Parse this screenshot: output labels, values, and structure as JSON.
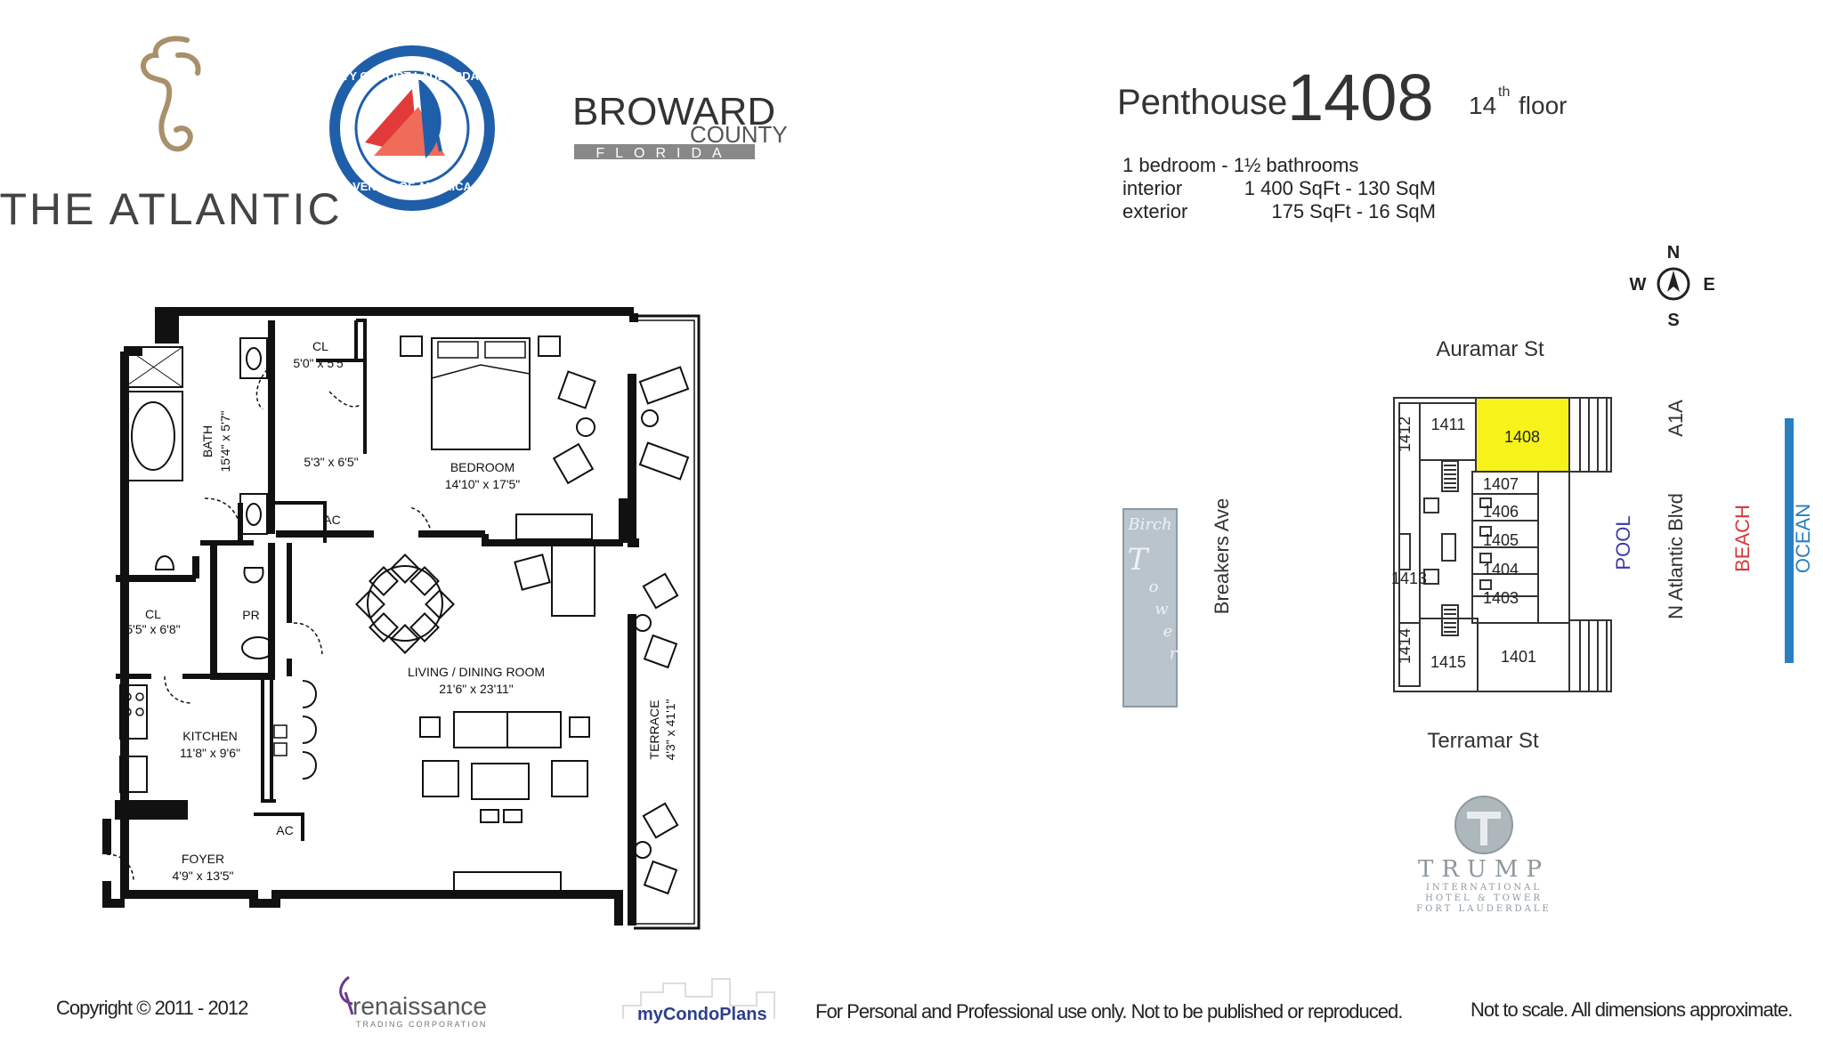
{
  "logos": {
    "atlantic": "THE ATLANTIC",
    "city_top": "CITY OF FORT LAUDERDALE",
    "city_bottom": "VENICE OF AMERICA",
    "broward_1": "BROWARD",
    "broward_2": "COUNTY",
    "broward_3": "FLORIDA",
    "trump_1": "TRUMP",
    "trump_2": "INTERNATIONAL",
    "trump_3": "HOTEL & TOWER",
    "trump_4": "FORT LAUDERDALE",
    "renaissance_1": "renaissance",
    "renaissance_2": "TRADING CORPORATION",
    "mycondoplans": "myCondoPlans"
  },
  "header": {
    "prefix": "Penthouse",
    "unit": "1408",
    "floor_num": "14",
    "floor_sup": "th",
    "floor_word": "floor"
  },
  "specs": {
    "bedrooms": "1 bedroom - 1½  bathrooms",
    "interior_label": "interior",
    "interior_value": "1 400 SqFt - 130 SqM",
    "exterior_label": "exterior",
    "exterior_value": "175 SqFt -   16 SqM"
  },
  "compass": {
    "n": "N",
    "s": "S",
    "e": "E",
    "w": "W"
  },
  "floorplan": {
    "cl1_name": "CL",
    "cl1_dim": "5'0\" x 5'5\"",
    "bath_name": "BATH",
    "bath_dim": "15'4\" x 5'7\"",
    "hall_dim": "5'3\" x 6'5\"",
    "bedroom_name": "BEDROOM",
    "bedroom_dim": "14'10\" x 17'5\"",
    "ac1": "AC",
    "cl2_name": "CL",
    "cl2_dim": "5'5\" x 6'8\"",
    "pr": "PR",
    "living_name": "LIVING / DINING ROOM",
    "living_dim": "21'6\" x 23'11\"",
    "kitchen_name": "KITCHEN",
    "kitchen_dim": "11'8\" x 9'6\"",
    "ac2": "AC",
    "foyer_name": "FOYER",
    "foyer_dim": "4'9\" x 13'5\"",
    "terrace_name": "TERRACE",
    "terrace_dim": "4'3\" x 41'1\""
  },
  "siteplan": {
    "north_street": "Auramar St",
    "south_street": "Terramar St",
    "west_street": "Breakers Ave",
    "east_road": "N Atlantic Blvd",
    "a1a": "A1A",
    "pool": "POOL",
    "beach": "BEACH",
    "ocean": "OCEAN",
    "tower_letters": [
      "Birch",
      "T",
      "o",
      "w",
      "e",
      "r"
    ],
    "units": [
      "1408",
      "1411",
      "1412",
      "1407",
      "1406",
      "1405",
      "1404",
      "1403",
      "1413",
      "1414",
      "1415",
      "1401"
    ],
    "highlight_color": "#f6f21a",
    "pool_color": "#3a3aa6",
    "beach_color": "#d43b3b",
    "ocean_color": "#2a7fc1"
  },
  "footer": {
    "copyright": "Copyright © 2011 - 2012",
    "notice": "For Personal and Professional use only.  Not to be published or reproduced.",
    "scale": "Not to scale.  All dimensions approximate."
  }
}
